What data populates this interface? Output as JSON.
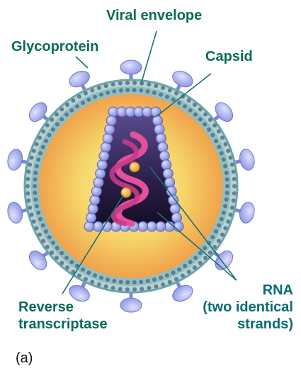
{
  "labels": {
    "viral_envelope": "Viral envelope",
    "glycoprotein": "Glycoprotein",
    "capsid": "Capsid",
    "rna_line1": "RNA",
    "rna_line2": "(two identical",
    "rna_line3": "strands)",
    "reverse_line1": "Reverse",
    "reverse_line2": "transcriptase",
    "panel": "(a)"
  },
  "colors": {
    "label_green": "#0a6b57",
    "label_teal": "#0b6b73",
    "envelope_bead": "#9aa3e6",
    "glycoprotein": "#a9b0f0",
    "core_yellow": "#f5d65e",
    "core_orange": "#f3a34a",
    "capsid_bead": "#8e8fe0",
    "capsid_inner": "#2d1f4f",
    "rna": "#e5509a",
    "reverse_transcriptase": "#f4b03a"
  }
}
